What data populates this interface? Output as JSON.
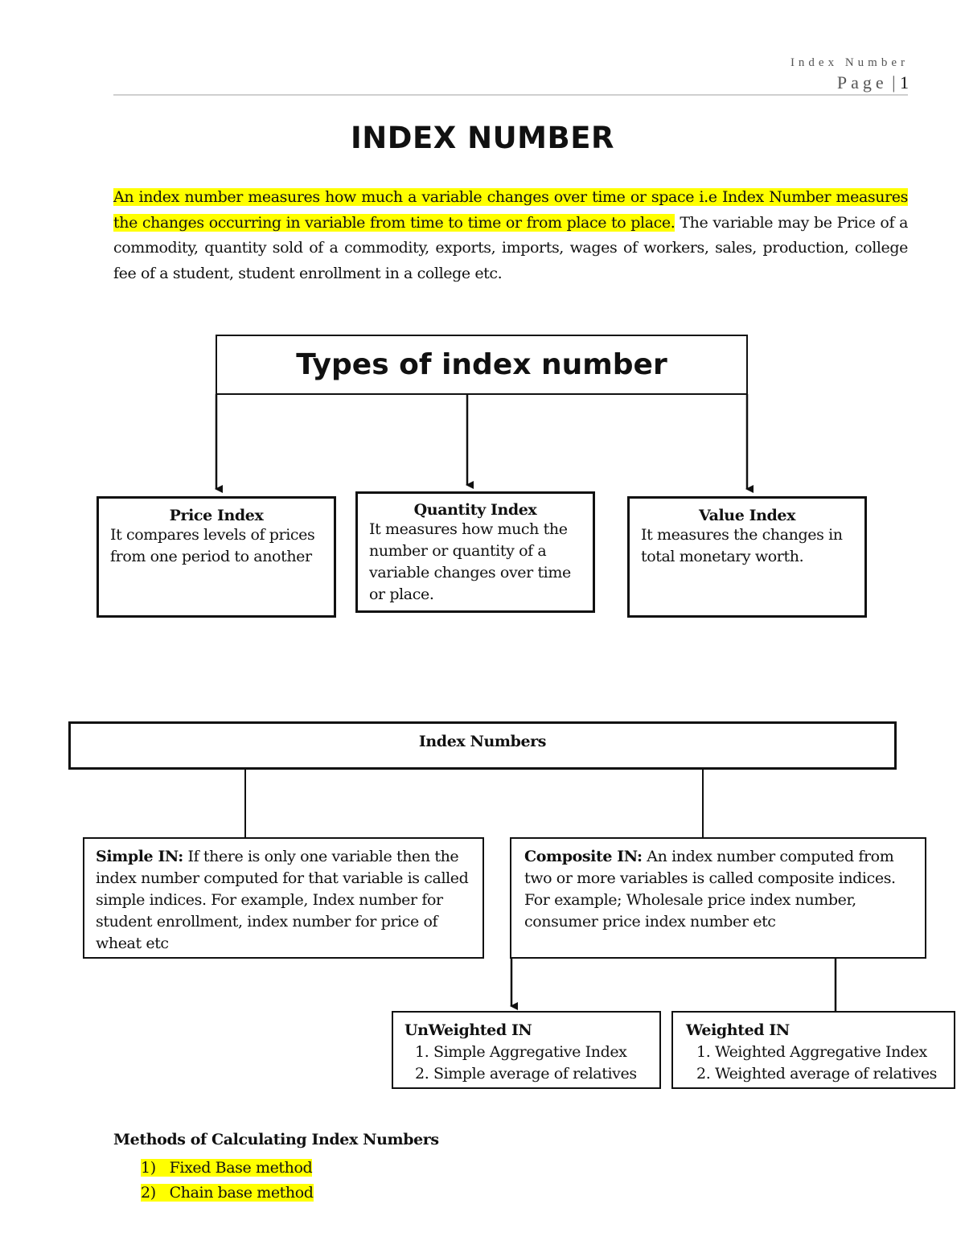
{
  "header": {
    "doc_title": "Index Number",
    "page_label": "Page",
    "separator": "|",
    "page_number": "1"
  },
  "title": "INDEX NUMBER",
  "intro": {
    "highlighted": "An index number measures how much a variable changes over time or space i.e Index Number measures the changes occurring in variable from time to time or from place to place.",
    "plain": " The variable may be Price of a commodity, quantity sold of a commodity, exports, imports, wages of workers, sales, production, college fee of a student, student enrollment in a college etc."
  },
  "types_diagram": {
    "root": "Types of index number",
    "price": {
      "title": "Price Index",
      "text": "It compares levels of prices from one period to another"
    },
    "quantity": {
      "title": "Quantity Index",
      "text": "It measures how much the number or quantity of a variable changes over time or place."
    },
    "value": {
      "title": "Value Index",
      "text": "It measures the changes in total monetary worth."
    }
  },
  "classification_diagram": {
    "root": "Index Numbers",
    "simple": {
      "label": "Simple IN:",
      "text": " If there is only one variable then the index number computed for that variable is called simple indices. For example, Index number for student enrollment, index number for price of wheat etc"
    },
    "composite": {
      "label": "Composite IN:",
      "text": " An index number computed from two or more variables is called composite indices. For example; Wholesale price index number, consumer price index number etc"
    },
    "unweighted": {
      "title": "UnWeighted IN",
      "items": [
        "Simple Aggregative Index",
        "Simple average of relatives"
      ]
    },
    "weighted": {
      "title": "Weighted IN",
      "items": [
        "Weighted Aggregative Index",
        "Weighted average of relatives"
      ]
    }
  },
  "methods": {
    "title": "Methods of Calculating Index Numbers",
    "items": [
      {
        "num": "1)",
        "label": "Fixed Base method"
      },
      {
        "num": "2)",
        "label": "Chain base method"
      }
    ]
  },
  "colors": {
    "highlight": "#ffff00",
    "border": "#111111",
    "header_rule": "#cfcfcf"
  }
}
